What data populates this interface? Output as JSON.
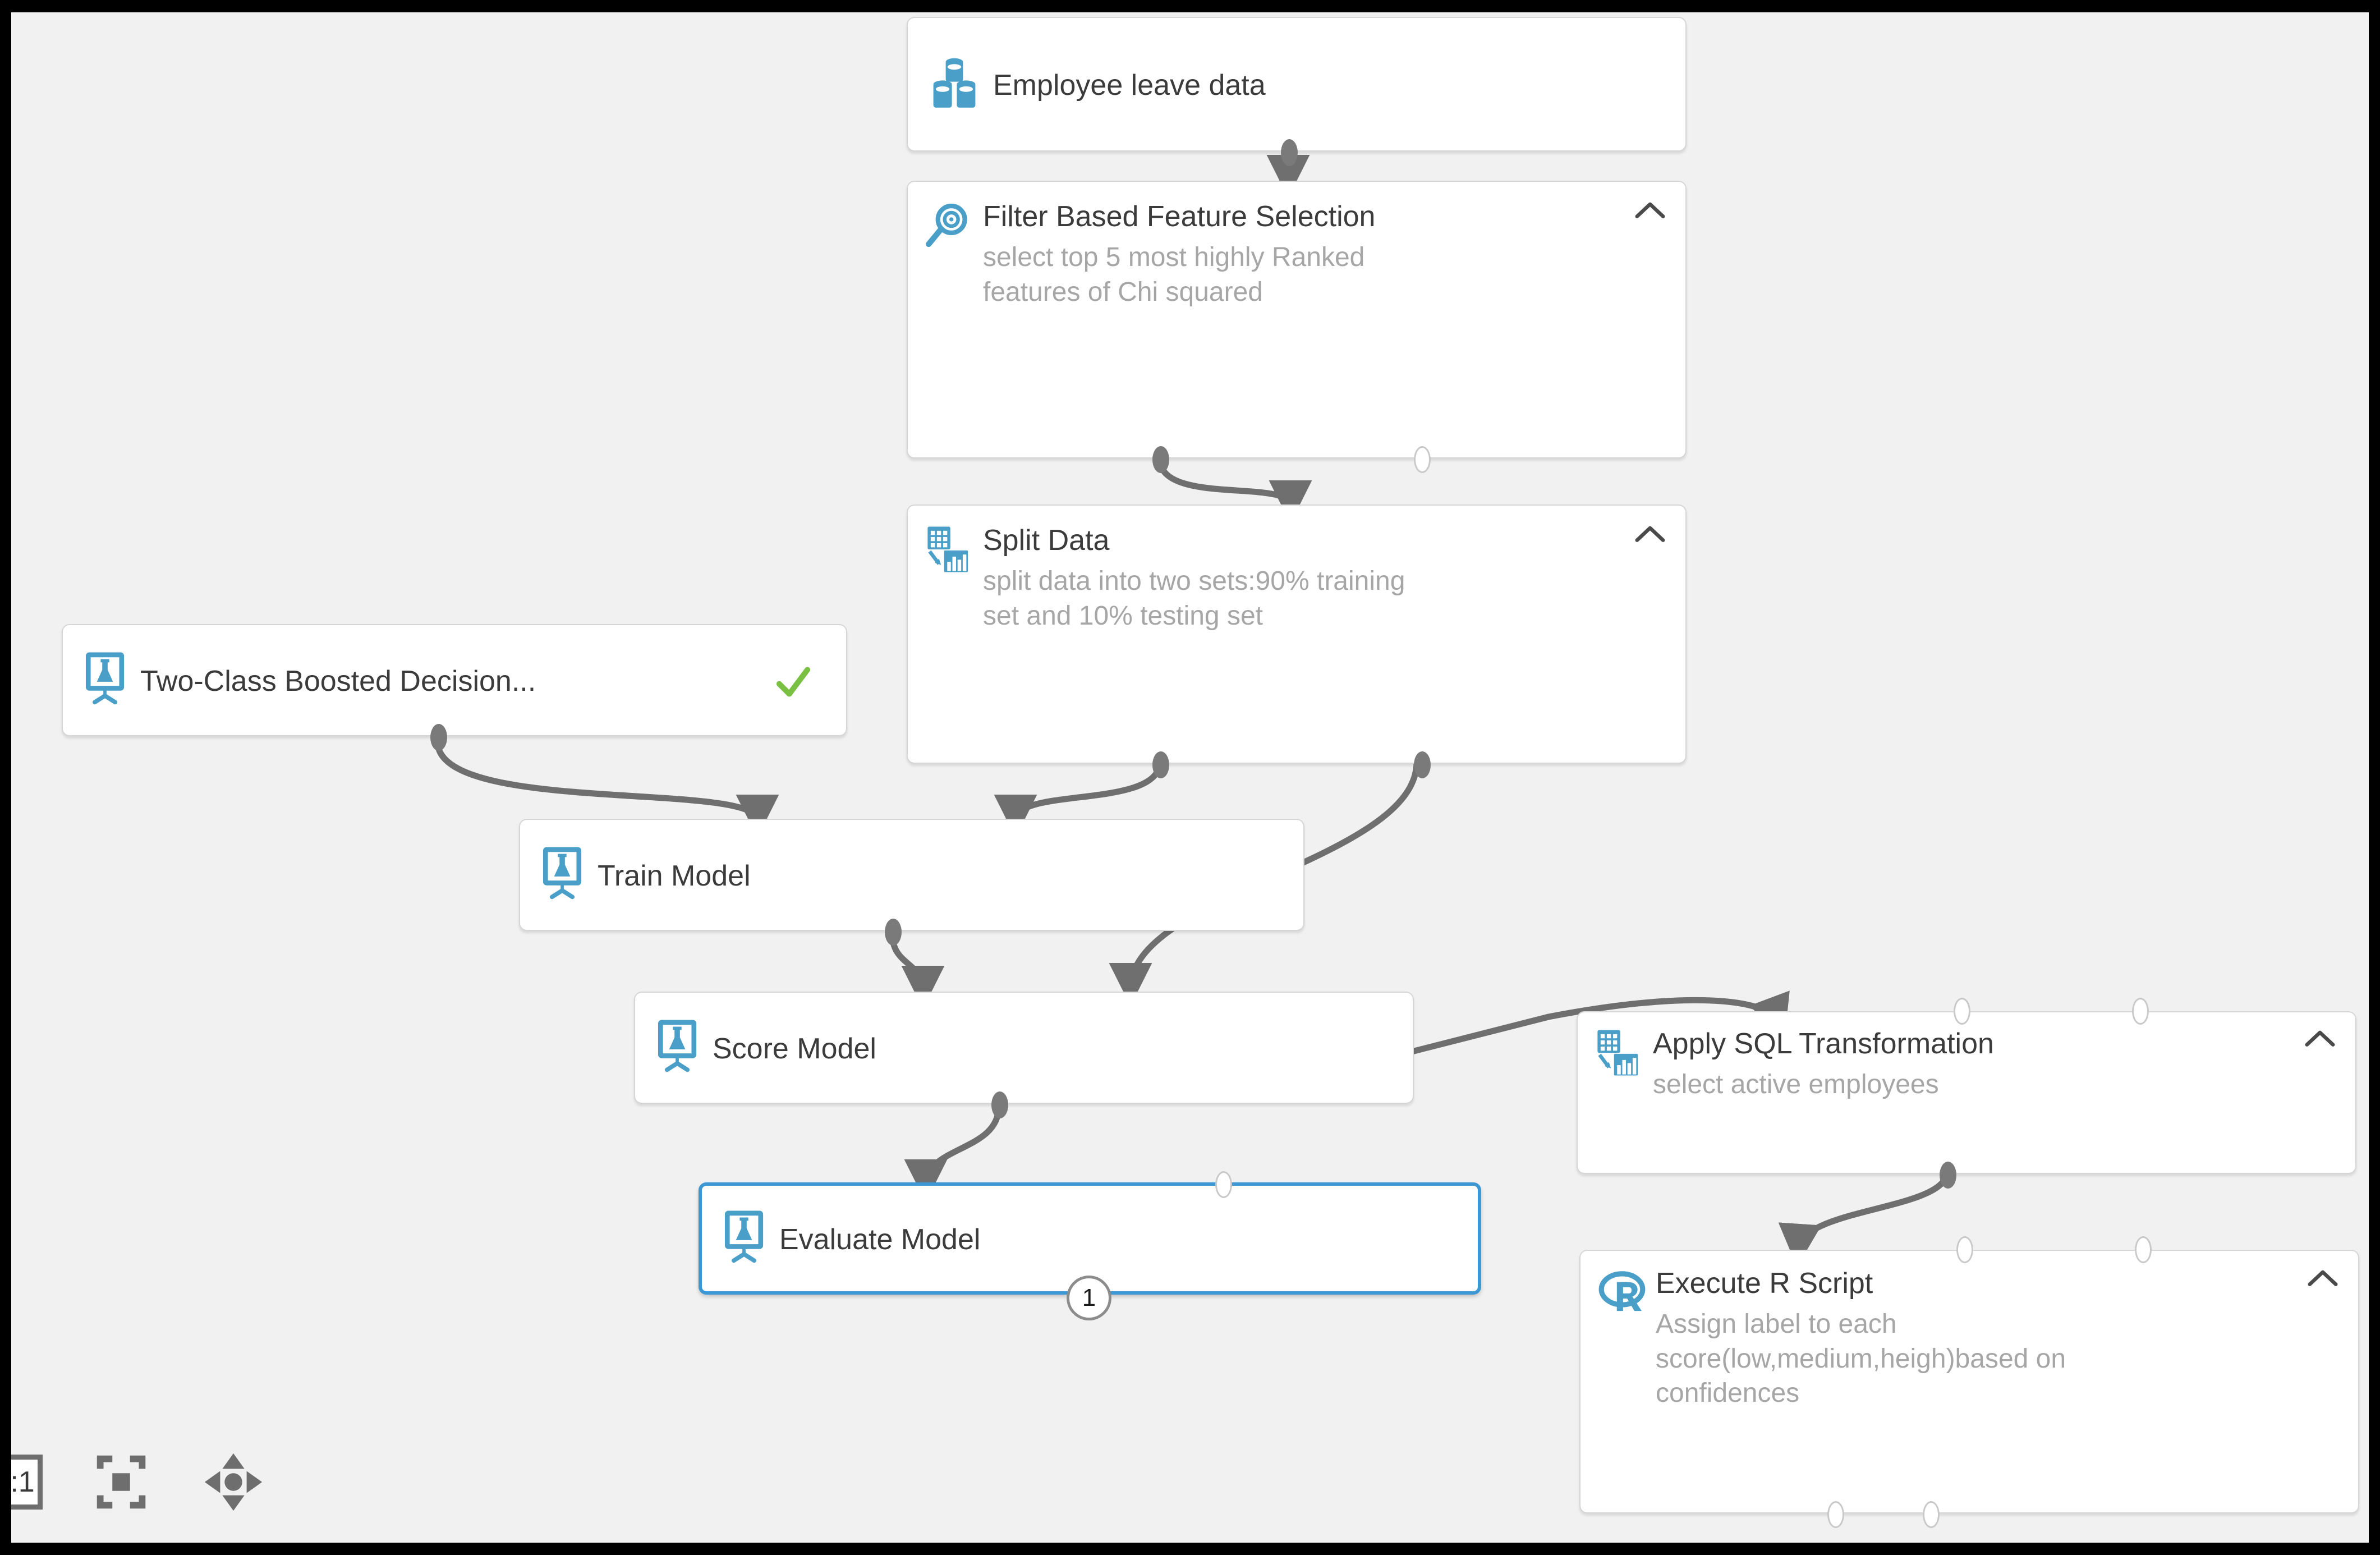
{
  "canvas": {
    "background_color": "#f1f1f1",
    "selection_color": "#3c97d3",
    "accent_icon_color": "#4a9fc9",
    "success_color": "#7ac143"
  },
  "toolbar": {
    "zoom_level_label": ":1",
    "fit_to_screen_label": "fit-to-screen",
    "pan_label": "pan"
  },
  "modules": [
    {
      "id": "employee-leave-data",
      "title": "Employee leave data",
      "comment": "",
      "icon": "dataset-icon",
      "collapsible": false,
      "checked": false,
      "selected": false
    },
    {
      "id": "filter-based-feature-selection",
      "title": "Filter Based Feature Selection",
      "comment": "select top 5 most highly Ranked   features of Chi squared",
      "icon": "magnifier-icon",
      "collapsible": true,
      "chevron": "chevron-up-icon",
      "checked": false,
      "selected": false
    },
    {
      "id": "split-data",
      "title": "Split Data",
      "comment": "split data into two sets:90% training set and 10% testing set",
      "icon": "data-transformation-icon",
      "collapsible": true,
      "chevron": "chevron-up-icon",
      "checked": false,
      "selected": false
    },
    {
      "id": "two-class-boosted-decision",
      "title": "Two-Class Boosted Decision...",
      "comment": "",
      "icon": "machine-learning-icon",
      "collapsible": false,
      "checked": true,
      "check_glyph": "check-icon",
      "selected": false
    },
    {
      "id": "train-model",
      "title": "Train Model",
      "comment": "",
      "icon": "machine-learning-icon",
      "collapsible": false,
      "checked": false,
      "selected": false
    },
    {
      "id": "score-model",
      "title": "Score Model",
      "comment": "",
      "icon": "machine-learning-icon",
      "collapsible": false,
      "checked": false,
      "selected": false
    },
    {
      "id": "evaluate-model",
      "title": "Evaluate Model",
      "comment": "",
      "icon": "machine-learning-icon",
      "collapsible": false,
      "checked": false,
      "selected": true,
      "badge": "1"
    },
    {
      "id": "apply-sql-transformation",
      "title": "Apply SQL Transformation",
      "comment": "select active  employees",
      "icon": "data-transformation-icon",
      "collapsible": true,
      "chevron": "chevron-up-icon",
      "checked": false,
      "selected": false
    },
    {
      "id": "execute-r-script",
      "title": "Execute R Script",
      "comment": "Assign label to each score(low,medium,heigh)based on confidences",
      "icon": "r-language-icon",
      "collapsible": true,
      "chevron": "chevron-up-icon",
      "checked": false,
      "selected": false
    }
  ],
  "connections": [
    {
      "from": "employee-leave-data",
      "to": "filter-based-feature-selection"
    },
    {
      "from": "filter-based-feature-selection",
      "to": "split-data"
    },
    {
      "from": "split-data",
      "to": "train-model"
    },
    {
      "from": "two-class-boosted-decision",
      "to": "train-model"
    },
    {
      "from": "split-data",
      "to": "score-model"
    },
    {
      "from": "train-model",
      "to": "score-model"
    },
    {
      "from": "score-model",
      "to": "evaluate-model"
    },
    {
      "from": "score-model",
      "to": "apply-sql-transformation"
    },
    {
      "from": "apply-sql-transformation",
      "to": "execute-r-script"
    }
  ]
}
